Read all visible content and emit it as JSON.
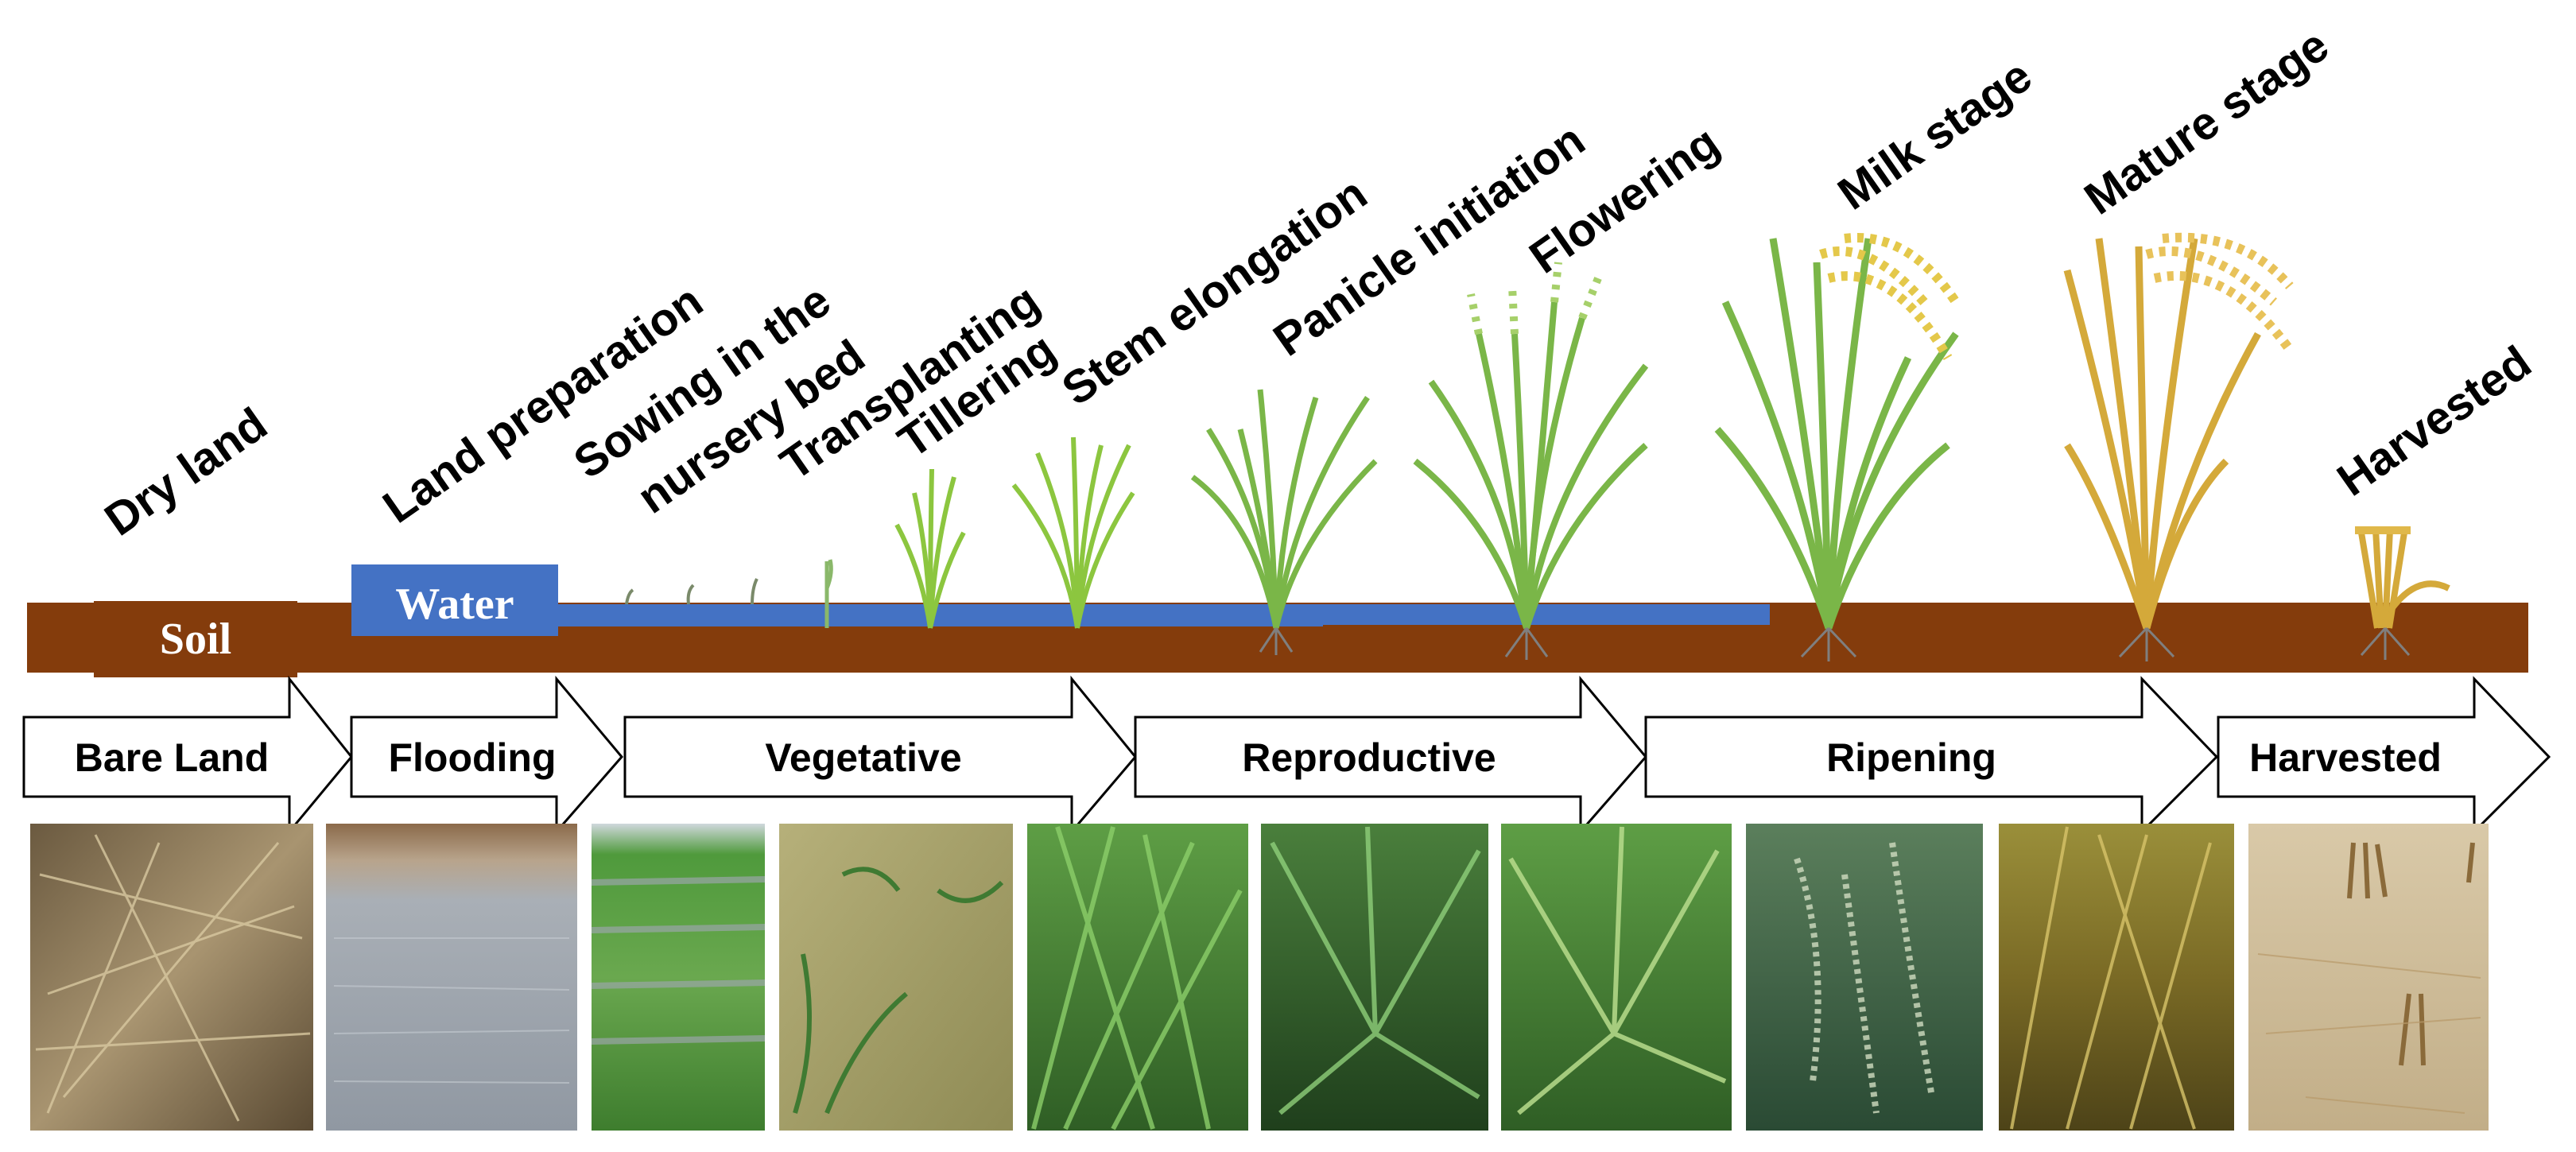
{
  "stage_labels": [
    {
      "id": "dry-land",
      "text": "Dry land"
    },
    {
      "id": "land-preparation",
      "text": "Land preparation"
    },
    {
      "id": "sowing-line1",
      "text": "Sowing in the"
    },
    {
      "id": "sowing-line2",
      "text": "nursery bed"
    },
    {
      "id": "transplanting",
      "text": "Transplanting"
    },
    {
      "id": "tillering",
      "text": "Tillering"
    },
    {
      "id": "stem-elongation",
      "text": "Stem elongation"
    },
    {
      "id": "panicle-initiation",
      "text": "Panicle initiation"
    },
    {
      "id": "flowering",
      "text": "Flowering"
    },
    {
      "id": "milk-stage",
      "text": "Milk stage"
    },
    {
      "id": "mature-stage",
      "text": "Mature stage"
    },
    {
      "id": "harvested",
      "text": "Harvested"
    }
  ],
  "soil_label": "Soil",
  "water_label": "Water",
  "phases": [
    {
      "id": "bare-land",
      "text": "Bare Land"
    },
    {
      "id": "flooding",
      "text": "Flooding"
    },
    {
      "id": "vegetative",
      "text": "Vegetative"
    },
    {
      "id": "reproductive",
      "text": "Reproductive"
    },
    {
      "id": "ripening",
      "text": "Ripening"
    },
    {
      "id": "harvested",
      "text": "Harvested"
    }
  ],
  "photos": [
    {
      "id": "dry-straw",
      "icon": "dry-straw-photo"
    },
    {
      "id": "flooded-field",
      "icon": "flooded-field-photo"
    },
    {
      "id": "nursery-rows",
      "icon": "nursery-rows-photo"
    },
    {
      "id": "transplanted-seedlings",
      "icon": "seedlings-in-water-photo"
    },
    {
      "id": "tillering-leaves",
      "icon": "green-leaves-photo"
    },
    {
      "id": "stem-elongation-plant",
      "icon": "rice-plant-photo"
    },
    {
      "id": "panicle-plant",
      "icon": "rice-panicle-photo"
    },
    {
      "id": "flowering-plant",
      "icon": "flowering-rice-photo"
    },
    {
      "id": "milk-plant",
      "icon": "milk-grain-photo"
    },
    {
      "id": "mature-plant",
      "icon": "golden-rice-photo"
    },
    {
      "id": "harvested-stubble",
      "icon": "stubble-photo"
    }
  ],
  "colors": {
    "soil": "#843c0c",
    "water": "#4472c4",
    "leaf_green": "#7ab648",
    "grain_gold": "#d4b03a"
  }
}
